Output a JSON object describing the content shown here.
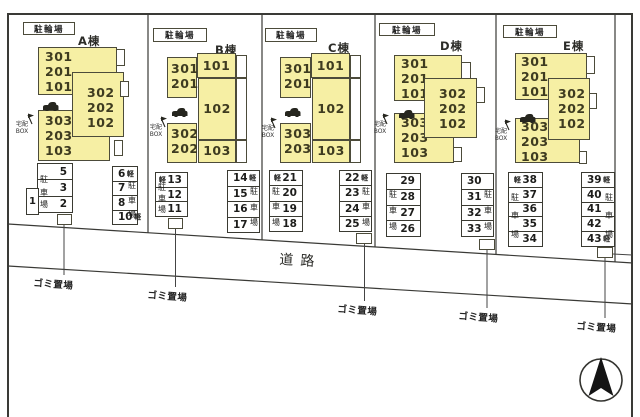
{
  "plan": {
    "road_label": "道路",
    "garbage_label": "ゴミ置場",
    "bike_parking_label": "駐輪場",
    "parking_label": "駐車場",
    "kei_label": "軽",
    "delivery_box_label": {
      "line1": "宅配",
      "line2": "BOX"
    }
  },
  "colors": {
    "building_fill": "#f6efa4",
    "line": "#3a3a32"
  },
  "lots": [
    {
      "id": "A",
      "building": {
        "name": "A棟",
        "blocks": [
          [
            "301",
            "201",
            "101"
          ],
          [
            "302",
            "202",
            "102"
          ],
          [
            "303",
            "203",
            "103"
          ]
        ]
      },
      "parking": {
        "standalone": "1",
        "left": {
          "cells": [
            {
              "num": "5"
            },
            {
              "num": "3"
            },
            {
              "num": "2"
            }
          ]
        },
        "right": {
          "cells": [
            {
              "num": "6",
              "kei": "after"
            },
            {
              "num": "7"
            },
            {
              "num": "8"
            },
            {
              "num": "10",
              "kei": "after"
            }
          ]
        }
      }
    },
    {
      "id": "B",
      "building": {
        "name": "B棟",
        "blocks": [
          [
            "301",
            "201"
          ],
          [
            "101"
          ],
          [
            "102"
          ],
          [
            "302",
            "202"
          ],
          [
            "103"
          ]
        ]
      },
      "parking": {
        "left": {
          "cells": [
            {
              "num": "13",
              "kei": "before"
            },
            {
              "num": "12"
            },
            {
              "num": "11"
            }
          ]
        },
        "right": {
          "cells": [
            {
              "num": "14",
              "kei": "after"
            },
            {
              "num": "15"
            },
            {
              "num": "16"
            },
            {
              "num": "17"
            }
          ]
        }
      }
    },
    {
      "id": "C",
      "building": {
        "name": "C棟",
        "blocks": [
          [
            "301",
            "201"
          ],
          [
            "101"
          ],
          [
            "102"
          ],
          [
            "303",
            "203"
          ],
          [
            "103"
          ]
        ]
      },
      "parking": {
        "left": {
          "cells": [
            {
              "num": "21",
              "kei": "before"
            },
            {
              "num": "20"
            },
            {
              "num": "19"
            },
            {
              "num": "18"
            }
          ]
        },
        "right": {
          "cells": [
            {
              "num": "22",
              "kei": "after"
            },
            {
              "num": "23"
            },
            {
              "num": "24"
            },
            {
              "num": "25"
            }
          ]
        }
      }
    },
    {
      "id": "D",
      "building": {
        "name": "D棟",
        "blocks": [
          [
            "301",
            "201",
            "101"
          ],
          [
            "302",
            "202",
            "102"
          ],
          [
            "303",
            "203",
            "103"
          ]
        ]
      },
      "parking": {
        "left": {
          "cells": [
            {
              "num": "29"
            },
            {
              "num": "28"
            },
            {
              "num": "27"
            },
            {
              "num": "26"
            }
          ]
        },
        "right": {
          "cells": [
            {
              "num": "30"
            },
            {
              "num": "31"
            },
            {
              "num": "32"
            },
            {
              "num": "33"
            }
          ]
        }
      }
    },
    {
      "id": "E",
      "building": {
        "name": "E棟",
        "blocks": [
          [
            "301",
            "201",
            "101"
          ],
          [
            "302",
            "202",
            "102"
          ],
          [
            "303",
            "203",
            "103"
          ]
        ]
      },
      "parking": {
        "left": {
          "cells": [
            {
              "num": "38",
              "kei": "before"
            },
            {
              "num": "37"
            },
            {
              "num": "36"
            },
            {
              "num": "35"
            },
            {
              "num": "34"
            }
          ]
        },
        "right": {
          "cells": [
            {
              "num": "39",
              "kei": "after"
            },
            {
              "num": "40"
            },
            {
              "num": "41"
            },
            {
              "num": "42"
            },
            {
              "num": "43",
              "kei": "after"
            }
          ]
        }
      }
    }
  ]
}
